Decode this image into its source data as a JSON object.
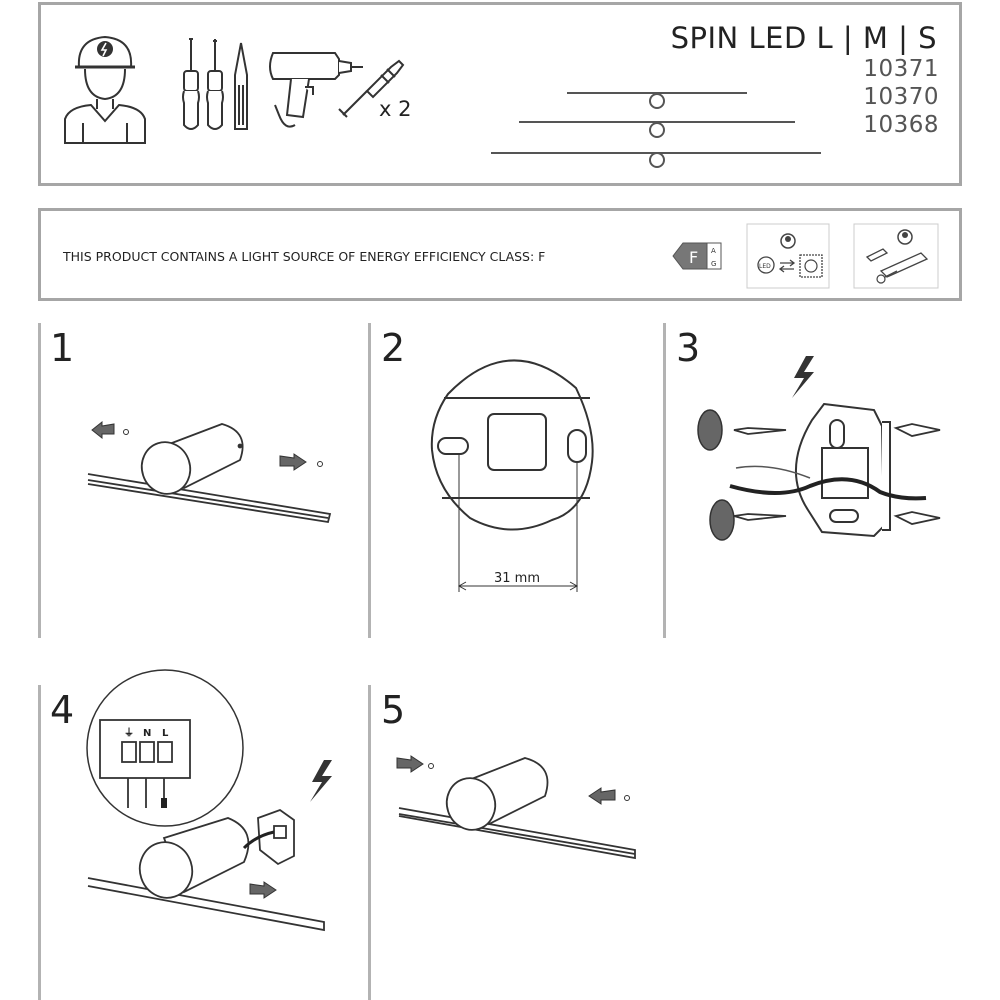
{
  "header": {
    "title": "SPIN LED L | M | S",
    "codes": [
      "10371",
      "10370",
      "10368"
    ],
    "quantity": "x 2"
  },
  "energy": {
    "text": "THIS PRODUCT CONTAINS A LIGHT SOURCE OF ENERGY EFFICIENCY CLASS: F",
    "class": "F",
    "scale_top": "A",
    "scale_bottom": "G",
    "icon_led": "LED"
  },
  "steps": [
    {
      "number": "1"
    },
    {
      "number": "2",
      "dimension": "31 mm"
    },
    {
      "number": "3"
    },
    {
      "number": "4",
      "terminals": [
        "N",
        "L"
      ]
    },
    {
      "number": "5"
    }
  ],
  "icons": [
    "electrician-icon",
    "screwdriver-icon",
    "drill-icon",
    "wall-plug-icon",
    "lightning-icon",
    "energy-label-icon",
    "led-replaceable-icon",
    "professional-replacement-icon"
  ]
}
